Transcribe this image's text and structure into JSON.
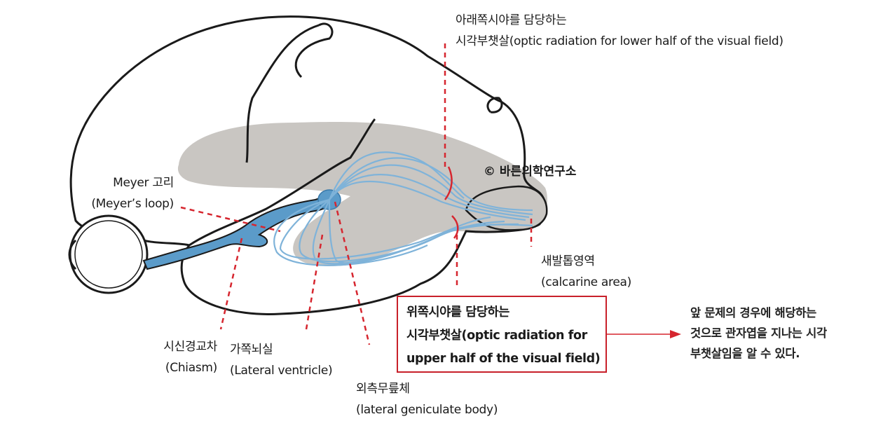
{
  "labels": {
    "lower_radiation": [
      "아래쪽시야를 담당하는",
      "시각부챗살(optic radiation for lower half of the visual field)"
    ],
    "meyer": [
      "Meyer 고리",
      "(Meyer’s loop)"
    ],
    "calcarine": [
      "새발톱영역",
      "(calcarine area)"
    ],
    "chiasm": [
      "시신경교차",
      "(Chiasm)"
    ],
    "ventricle": [
      "가쪽뇌실",
      "(Lateral ventricle)"
    ],
    "lgb": [
      "외측무릎체",
      "(lateral geniculate body)"
    ],
    "upper_radiation": [
      "위쪽시야를 담당하는",
      "시각부챗살(optic radiation for",
      "upper half of the visual field)"
    ]
  },
  "copyright": "© 바른의학연구소",
  "note": [
    "앞 문제의 경우에 해당하는",
    "것으로 관자엽을 지나는 시각",
    "부챗살임을 알 수 있다."
  ],
  "colors": {
    "pathway": "#5b9bc9",
    "pathway_light": "#7fb3d9",
    "ventricle": "#c9c6c2",
    "leader": "#d6262f",
    "outline": "#1a1a1a"
  }
}
